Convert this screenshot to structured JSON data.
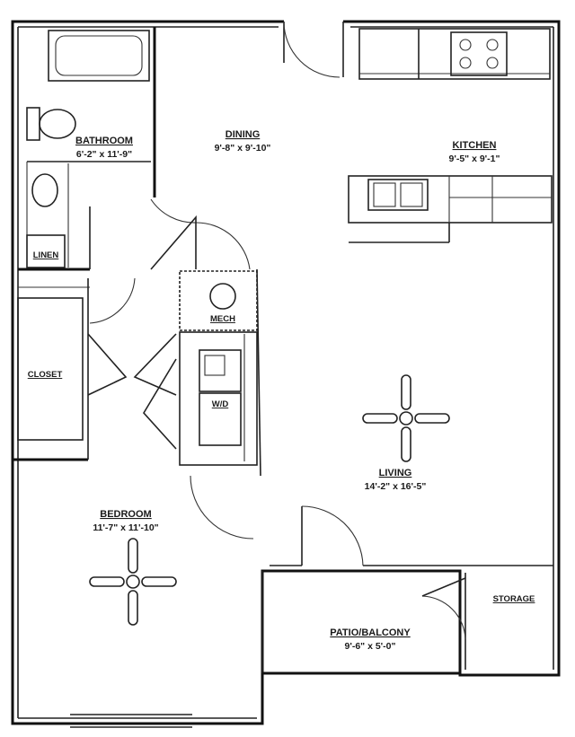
{
  "plan": {
    "rooms": {
      "bathroom": {
        "name": "BATHROOM",
        "dims": "6'-2\" x 11'-9\""
      },
      "dining": {
        "name": "DINING",
        "dims": "9'-8\" x 9'-10\""
      },
      "kitchen": {
        "name": "KITCHEN",
        "dims": "9'-5\" x 9'-1\""
      },
      "linen": {
        "name": "LINEN"
      },
      "mech": {
        "name": "MECH"
      },
      "closet": {
        "name": "CLOSET"
      },
      "wd": {
        "name": "W/D"
      },
      "living": {
        "name": "LIVING",
        "dims": "14'-2\" x 16'-5\""
      },
      "bedroom": {
        "name": "BEDROOM",
        "dims": "11'-7\" x 11'-10\""
      },
      "storage": {
        "name": "STORAGE"
      },
      "patio": {
        "name": "PATIO/BALCONY",
        "dims": "9'-6\" x 5'-0\""
      }
    },
    "fixtures": [
      "bathtub-icon",
      "toilet-icon",
      "sink-icon",
      "stove-icon",
      "kitchen-sink-icon",
      "water-heater-icon",
      "washer-dryer-icon",
      "ceiling-fan-icon"
    ]
  }
}
